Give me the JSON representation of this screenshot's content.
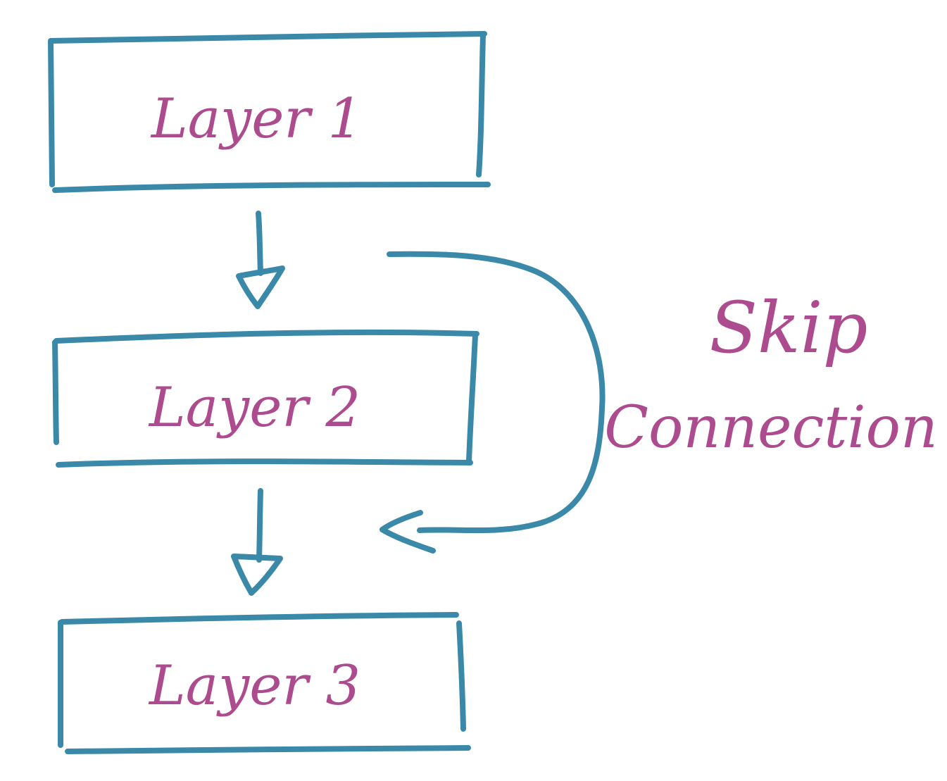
{
  "colors": {
    "stroke": "#3b89a8",
    "label": "#ad4b8f",
    "background": "#ffffff"
  },
  "layers": [
    {
      "label": "Layer 1"
    },
    {
      "label": "Layer 2"
    },
    {
      "label": "Layer 3"
    }
  ],
  "skip_connection": {
    "label_line1": "Skip",
    "label_line2": "Connection"
  }
}
